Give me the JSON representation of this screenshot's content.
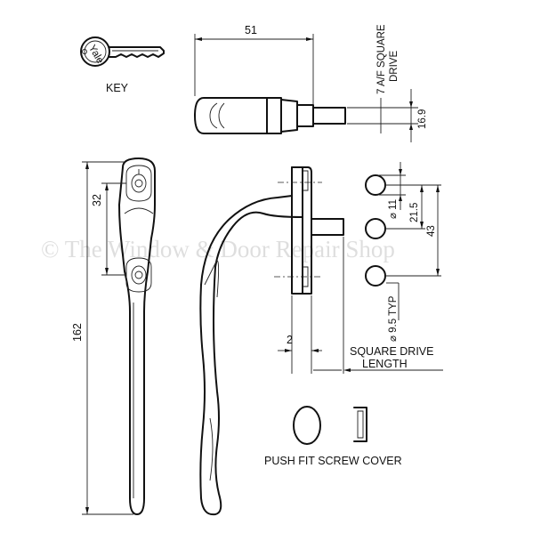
{
  "watermark": "© The Window & Door Repair Shop",
  "labels": {
    "key": "KEY",
    "key_brand": "Yale",
    "dim_51": "51",
    "square_drive_af_line1": "7 A/F SQUARE",
    "square_drive_af_line2": "DRIVE",
    "dim_16_9": "16.9",
    "dim_32": "32",
    "dim_162": "162",
    "dim_11": "⌀ 11",
    "dim_21_5": "21.5",
    "dim_43": "43",
    "dim_9_5_typ": "⌀ 9.5 TYP",
    "dim_2": "2",
    "square_drive_length_line1": "SQUARE DRIVE",
    "square_drive_length_line2": "LENGTH",
    "push_fit_screw_cover": "PUSH FIT SCREW COVER"
  },
  "colors": {
    "line": "#111111",
    "background": "#ffffff",
    "watermark": "#000000"
  }
}
